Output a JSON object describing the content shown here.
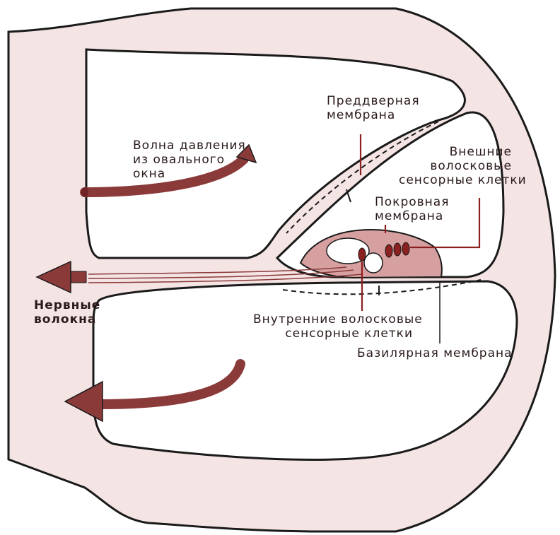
{
  "colors": {
    "tissue": "#f4e4e4",
    "outline": "#1a1a1a",
    "arrow": "#8b3a3a",
    "arrow_dark": "#6e2424",
    "organ": "#d7a0a0",
    "pointer": "#8b2020",
    "canal": "#ffffff"
  },
  "labels": {
    "pressure_wave": [
      "Волна давления",
      "из овального",
      "окна"
    ],
    "vestibular_membrane": [
      "Преддверная",
      "мембрана"
    ],
    "outer_hair_cells": [
      "Внешние",
      "волосковые",
      "сенсорные клетки"
    ],
    "tectorial_membrane": [
      "Покровная",
      "мембрана"
    ],
    "nerve_fibers": [
      "Нервные",
      "волокна"
    ],
    "inner_hair_cells": [
      "Внутренние волосковые",
      "сенсорные клетки"
    ],
    "basilar_membrane": [
      "Базилярная мембрана"
    ]
  }
}
